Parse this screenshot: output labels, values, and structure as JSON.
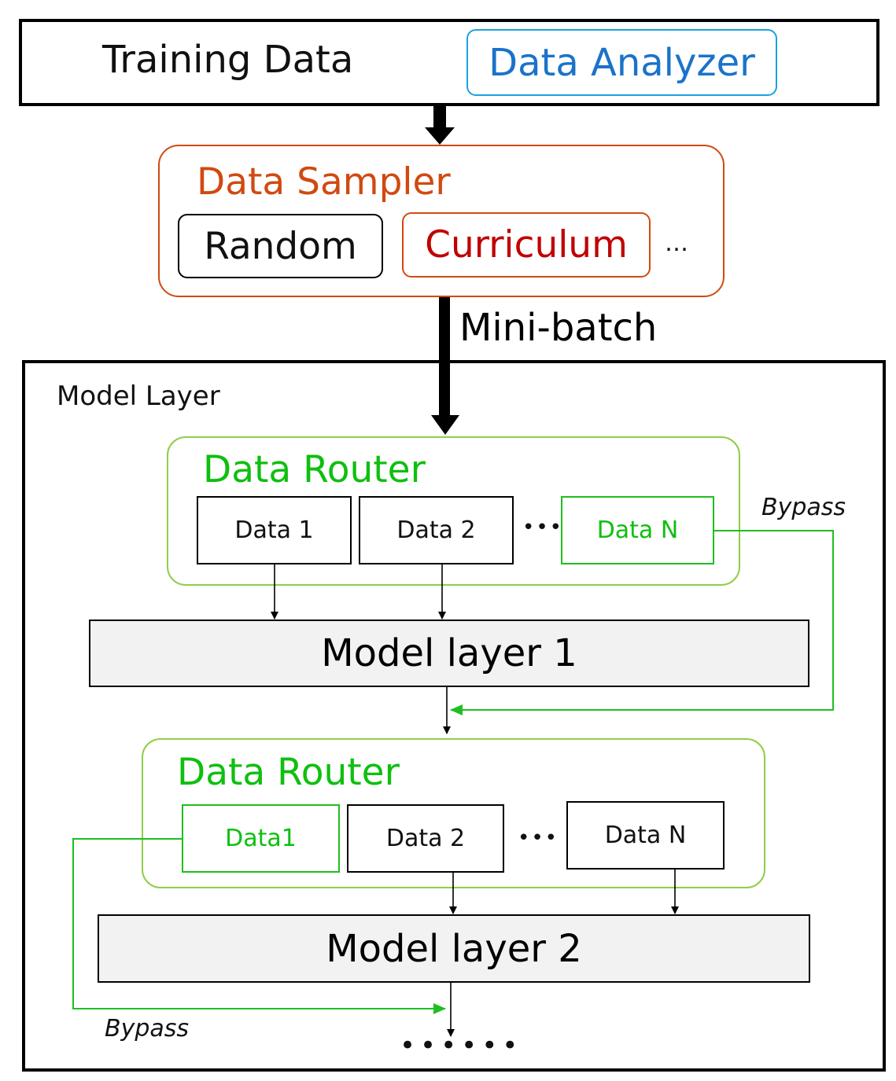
{
  "top": {
    "training_data": "Training Data",
    "data_analyzer": "Data Analyzer"
  },
  "sampler": {
    "title": "Data Sampler",
    "random": "Random",
    "curriculum": "Curriculum",
    "ellipsis": "…"
  },
  "minibatch": "Mini-batch",
  "model_frame": {
    "title": "Model Layer"
  },
  "router1": {
    "title": "Data Router",
    "items": [
      "Data 1",
      "Data 2",
      "Data N"
    ],
    "ellipsis": "•••",
    "bypass": "Bypass"
  },
  "layer1": "Model layer 1",
  "router2": {
    "title": "Data Router",
    "items": [
      "Data1",
      "Data 2",
      "Data N"
    ],
    "ellipsis": "•••",
    "bypass": "Bypass"
  },
  "layer2": "Model layer 2",
  "continuation": "••••••",
  "colors": {
    "analyzer": "#1a73c9",
    "sampler": "#d04a10",
    "curriculum": "#c00000",
    "router_border": "#8fce4a",
    "router_text": "#0fbf0f",
    "layer_fill": "#f2f2f2"
  }
}
